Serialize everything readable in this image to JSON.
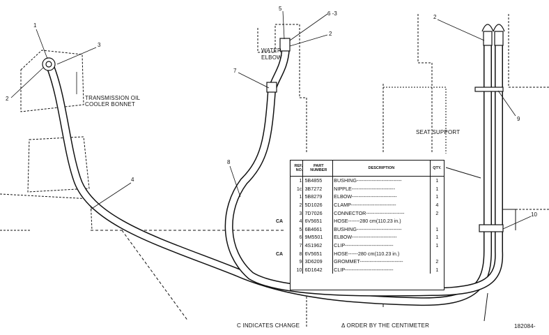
{
  "labels": {
    "transmission": "TRANSMISSION OIL",
    "cooler": "COOLER BONNET",
    "water": "WATER",
    "elbow": "ELBOW",
    "seat_support": "SEAT SUPPORT",
    "footer_change": "C INDICATES CHANGE",
    "footer_order": "Δ ORDER BY THE CENTIMETER",
    "figure_number": "182084-"
  },
  "callouts": {
    "n1": "1",
    "n3": "3",
    "n2_left": "2",
    "n5": "5",
    "n6_3": "6 -3",
    "n2_top": "2",
    "n7": "7",
    "n8": "8",
    "n4": "4",
    "n2_right": "2",
    "n9": "9",
    "n10": "10"
  },
  "table": {
    "headers": {
      "ref": "REF. NO.",
      "part": "PART NUMBER",
      "desc": "DESCRIPTION",
      "qty": "QTY."
    },
    "rows": [
      {
        "mark": "",
        "ref": "1",
        "part": "5B4855",
        "desc": "BUSHING---------------------------",
        "qty": "1"
      },
      {
        "mark": "",
        "ref": "1c",
        "part": "3B7272",
        "desc": "NIPPLE--------------------------",
        "qty": "1"
      },
      {
        "mark": "",
        "ref": "1",
        "part": "5B8279",
        "desc": "ELBOW---------------------------",
        "qty": "1"
      },
      {
        "mark": "",
        "ref": "2",
        "part": "5D1026",
        "desc": "CLAMP---------------------------",
        "qty": "4"
      },
      {
        "mark": "",
        "ref": "3",
        "part": "7D7026",
        "desc": "CONNECTOR-----------------------",
        "qty": "2"
      },
      {
        "mark": "CA",
        "ref": "4",
        "part": "6V5651",
        "desc": "HOSE-------280 cm(110.23 in.)",
        "qty": ""
      },
      {
        "mark": "",
        "ref": "5",
        "part": "6B4661",
        "desc": "BUSHING---------------------------",
        "qty": "1"
      },
      {
        "mark": "",
        "ref": "6",
        "part": "9M5501",
        "desc": "ELBOW---------------------------",
        "qty": "1"
      },
      {
        "mark": "",
        "ref": "7",
        "part": "4S1962",
        "desc": "CLIP-----------------------------",
        "qty": "1"
      },
      {
        "mark": "CA",
        "ref": "8",
        "part": "6V5651",
        "desc": "HOSE------280 cm(110.23 in.)",
        "qty": ""
      },
      {
        "mark": "",
        "ref": "9",
        "part": "3D6209",
        "desc": "GROMMET--------------------------",
        "qty": "2"
      },
      {
        "mark": "",
        "ref": "10",
        "part": "6D1642",
        "desc": "CLIP-----------------------------",
        "qty": "1"
      }
    ]
  },
  "colors": {
    "ink": "#111111",
    "paper": "#ffffff"
  }
}
